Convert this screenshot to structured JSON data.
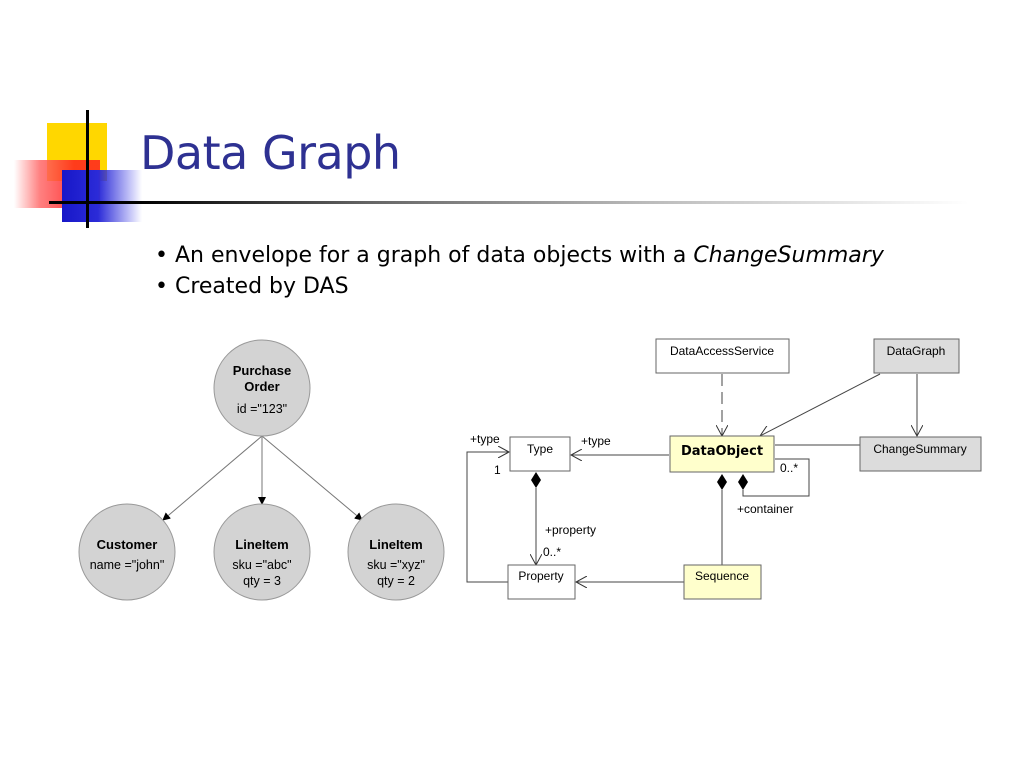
{
  "slide": {
    "title": "Data Graph",
    "bullets": [
      {
        "prefix": "• An envelope for a graph of data objects with a ",
        "emph": "ChangeSummary"
      },
      {
        "prefix": "• Created by DAS",
        "emph": ""
      }
    ]
  },
  "object_graph": {
    "root": {
      "title_lines": [
        "Purchase",
        "Order"
      ],
      "attr_lines": [
        "id =\"123\""
      ]
    },
    "children": [
      {
        "title_lines": [
          "Customer"
        ],
        "attr_lines": [
          "name =\"john\""
        ]
      },
      {
        "title_lines": [
          "LineItem"
        ],
        "attr_lines": [
          "sku =\"abc\"",
          "qty = 3"
        ]
      },
      {
        "title_lines": [
          "LineItem"
        ],
        "attr_lines": [
          "sku =\"xyz\"",
          "qty = 2"
        ]
      }
    ]
  },
  "uml": {
    "classes": {
      "data_access_service": "DataAccessService",
      "data_graph": "DataGraph",
      "type": "Type",
      "data_object": "DataObject",
      "change_summary": "ChangeSummary",
      "property": "Property",
      "sequence": "Sequence"
    },
    "labels": {
      "type_self_role": "+type",
      "type_self_mult": "1",
      "dataobject_type_role": "+type",
      "container_mult": "0..*",
      "container_role": "+container",
      "property_role": "+property",
      "property_mult": "0..*"
    }
  },
  "colors": {
    "title": "#2e3192",
    "node_fill": "#d3d3d3",
    "dataobject_fill": "#ffffcc",
    "gray_class_fill": "#dcdcdc"
  }
}
